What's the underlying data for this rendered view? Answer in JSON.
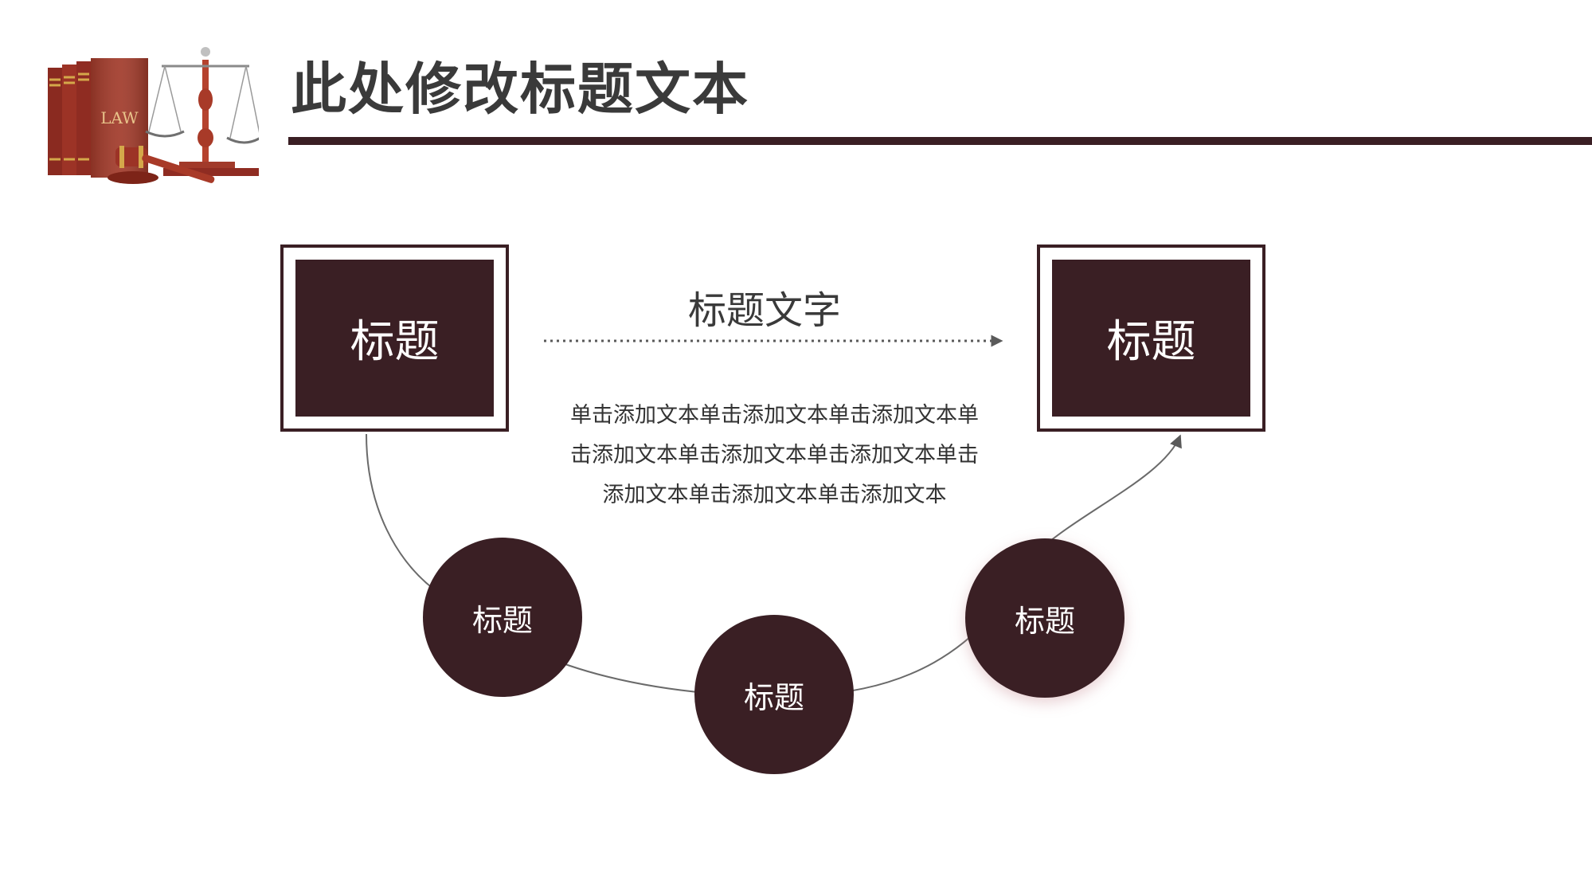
{
  "header": {
    "title": "此处修改标题文本",
    "logo_caption": "LAW"
  },
  "diagram": {
    "left_box_label": "标题",
    "right_box_label": "标题",
    "center_heading": "标题文字",
    "body_lines": [
      "单击添加文本单击添加文本单击添加文本单",
      "击添加文本单击添加文本单击添加文本单击",
      "添加文本单击添加文本单击添加文本"
    ],
    "circles": [
      {
        "label": "标题"
      },
      {
        "label": "标题"
      },
      {
        "label": "标题"
      }
    ]
  },
  "colors": {
    "primary": "#3a1f24",
    "title_text": "#3a3a3a",
    "connector": "#6a6a6a",
    "background": "#ffffff"
  },
  "icons": [
    "law-books-icon",
    "scales-of-justice-icon",
    "gavel-icon"
  ]
}
